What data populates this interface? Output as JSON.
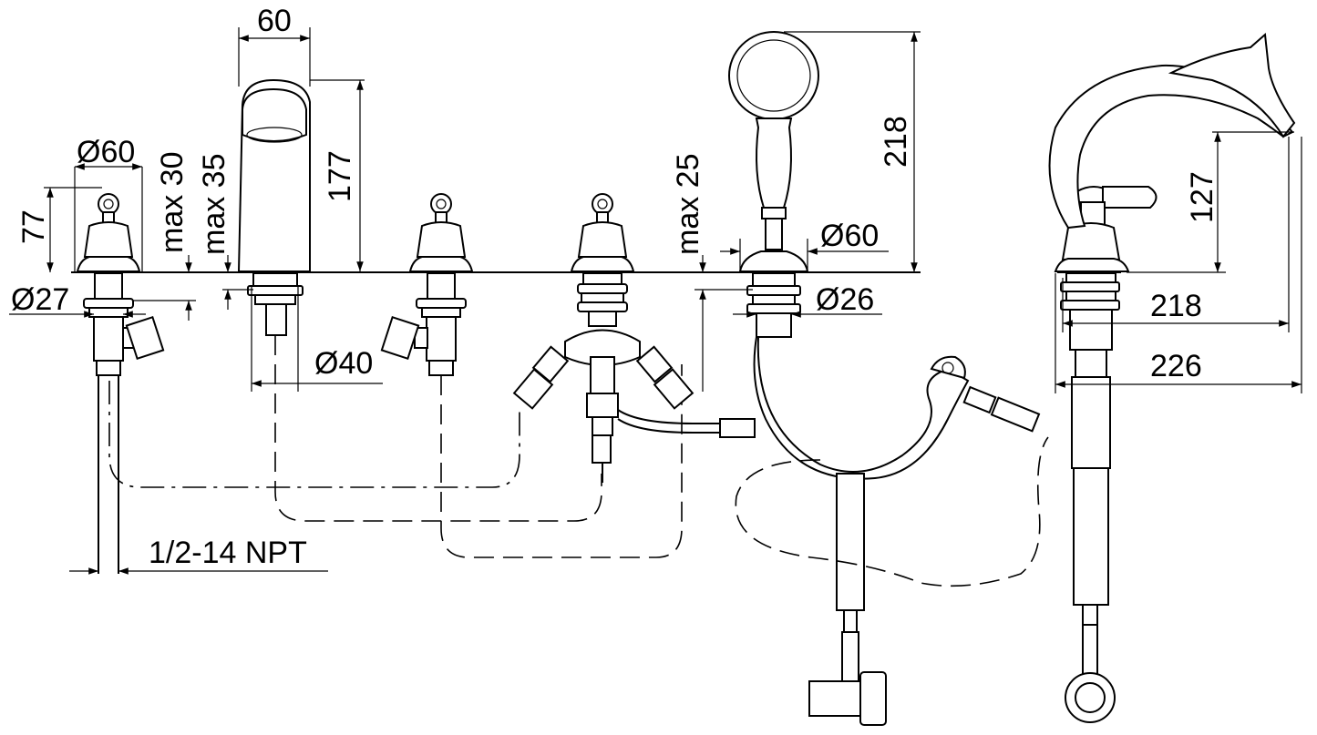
{
  "dimensions": {
    "spout_width": "60",
    "spout_height": "177",
    "spout_base_dia": "Ø40",
    "valve_height": "77",
    "valve_dia": "Ø60",
    "valve_thread_dia": "Ø27",
    "max_deck_30": "max 30",
    "max_deck_35": "max 35",
    "max_deck_25": "max 25",
    "handshower_height": "218",
    "handshower_base_dia": "Ø60",
    "handshower_thread_dia": "Ø26",
    "side_height": "127",
    "side_reach_218": "218",
    "side_reach_226": "226",
    "connection_thread": "1/2-14 NPT"
  }
}
